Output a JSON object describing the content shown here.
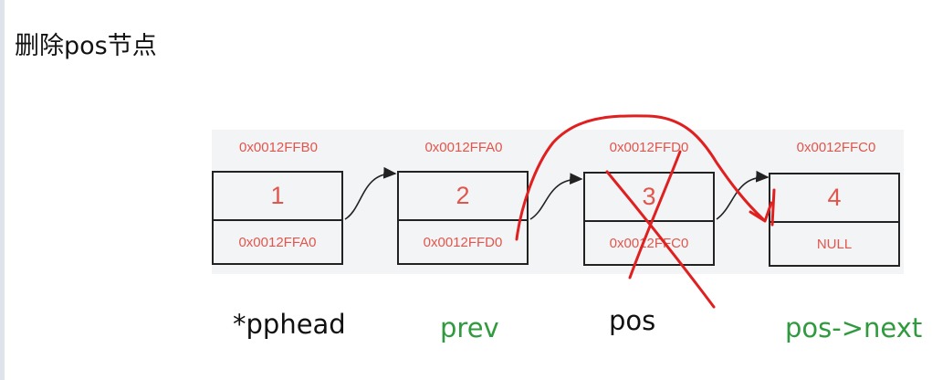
{
  "title": "删除pos节点",
  "nodes": [
    {
      "address": "0x0012FFB0",
      "value": "1",
      "next": "0x0012FFA0"
    },
    {
      "address": "0x0012FFA0",
      "value": "2",
      "next": "0x0012FFD0"
    },
    {
      "address": "0x0012FFD0",
      "value": "3",
      "next": "0x0012FFC0"
    },
    {
      "address": "0x0012FFC0",
      "value": "4",
      "next": "NULL"
    }
  ],
  "labels": {
    "head": "*pphead",
    "prev": "prev",
    "pos": "pos",
    "pos_next": "pos->next"
  },
  "colors": {
    "accent_red": "#e0564c",
    "label_green": "#2f9a3e",
    "annotation_red": "#e02020"
  }
}
